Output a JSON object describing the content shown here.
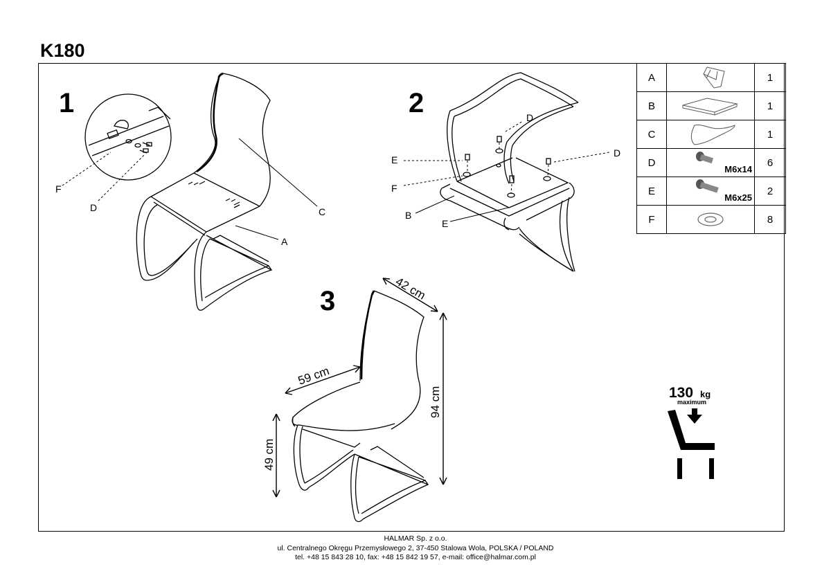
{
  "title": "K180",
  "steps": [
    "1",
    "2",
    "3"
  ],
  "step1": {
    "labels": {
      "F": "F",
      "D": "D",
      "C": "C",
      "A": "A"
    }
  },
  "step2": {
    "labels": {
      "E1": "E",
      "F": "F",
      "D1": "D",
      "D2": "D",
      "B": "B",
      "E2": "E"
    }
  },
  "dimensions": {
    "width": "42 cm",
    "depth": "59 cm",
    "height": "94 cm",
    "seat_height": "49 cm"
  },
  "parts": [
    {
      "letter": "A",
      "icon": "frame-icon",
      "size": "",
      "qty": "1"
    },
    {
      "letter": "B",
      "icon": "seat-icon",
      "size": "",
      "qty": "1"
    },
    {
      "letter": "C",
      "icon": "backrest-icon",
      "size": "",
      "qty": "1"
    },
    {
      "letter": "D",
      "icon": "bolt-icon",
      "size": "M6x14",
      "qty": "6"
    },
    {
      "letter": "E",
      "icon": "bolt-icon",
      "size": "M6x25",
      "qty": "2"
    },
    {
      "letter": "F",
      "icon": "washer-icon",
      "size": "",
      "qty": "8"
    }
  ],
  "max_load": {
    "value": "130",
    "unit": "kg",
    "caption": "maximum"
  },
  "footer": {
    "company": "HALMAR Sp. z o.o.",
    "address": "ul. Centralnego Okręgu Przemysłowego 2, 37-450 Stalowa Wola, POLSKA / POLAND",
    "contact": "tel. +48 15 843 28 10, fax: +48 15 842 19 57, e-mail: office@halmar.com.pl"
  }
}
